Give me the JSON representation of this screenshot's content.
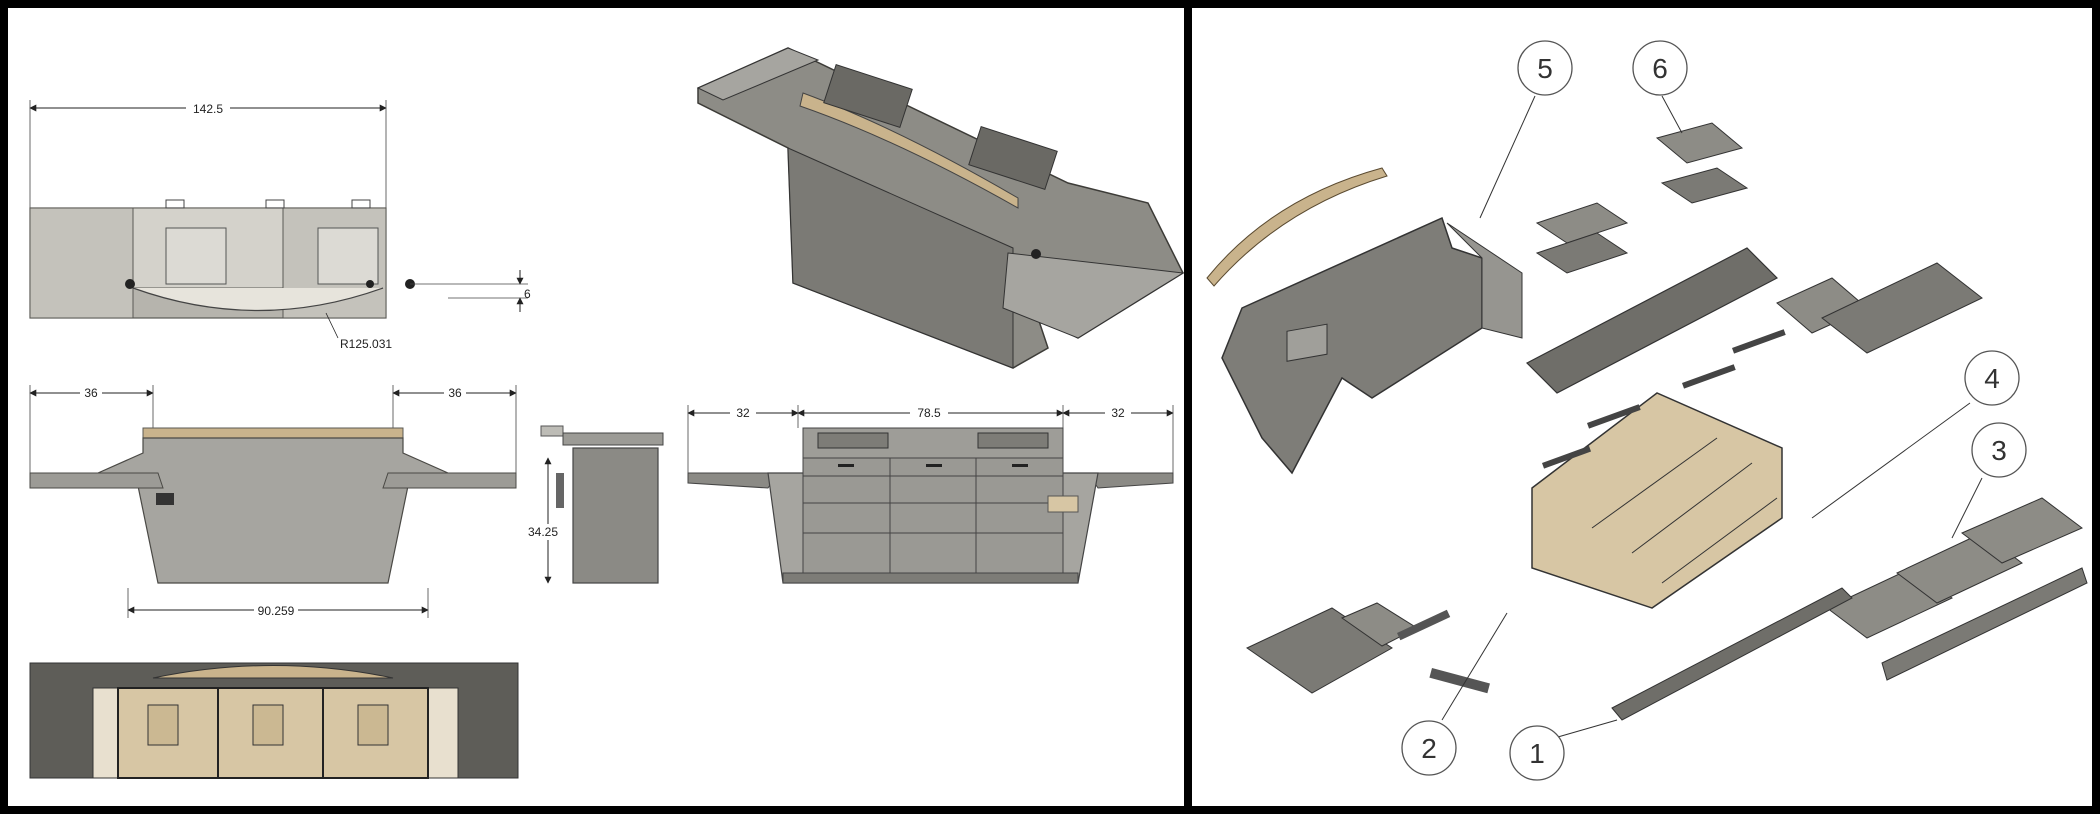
{
  "drawing": {
    "dimensions": {
      "top_width": "142.5",
      "gap": "6",
      "radius": "R125.031",
      "left_wing": "36",
      "right_wing": "36",
      "bottom_width": "90.259",
      "height": "34.25",
      "rear_left": "32",
      "rear_center": "78.5",
      "rear_right": "32"
    },
    "callouts": [
      "1",
      "2",
      "3",
      "4",
      "5",
      "6"
    ],
    "colors": {
      "panel_gray": "#8d8c86",
      "panel_dark": "#5e5d58",
      "wood": "#d7c6a4",
      "counter": "#a8a7a1"
    }
  }
}
